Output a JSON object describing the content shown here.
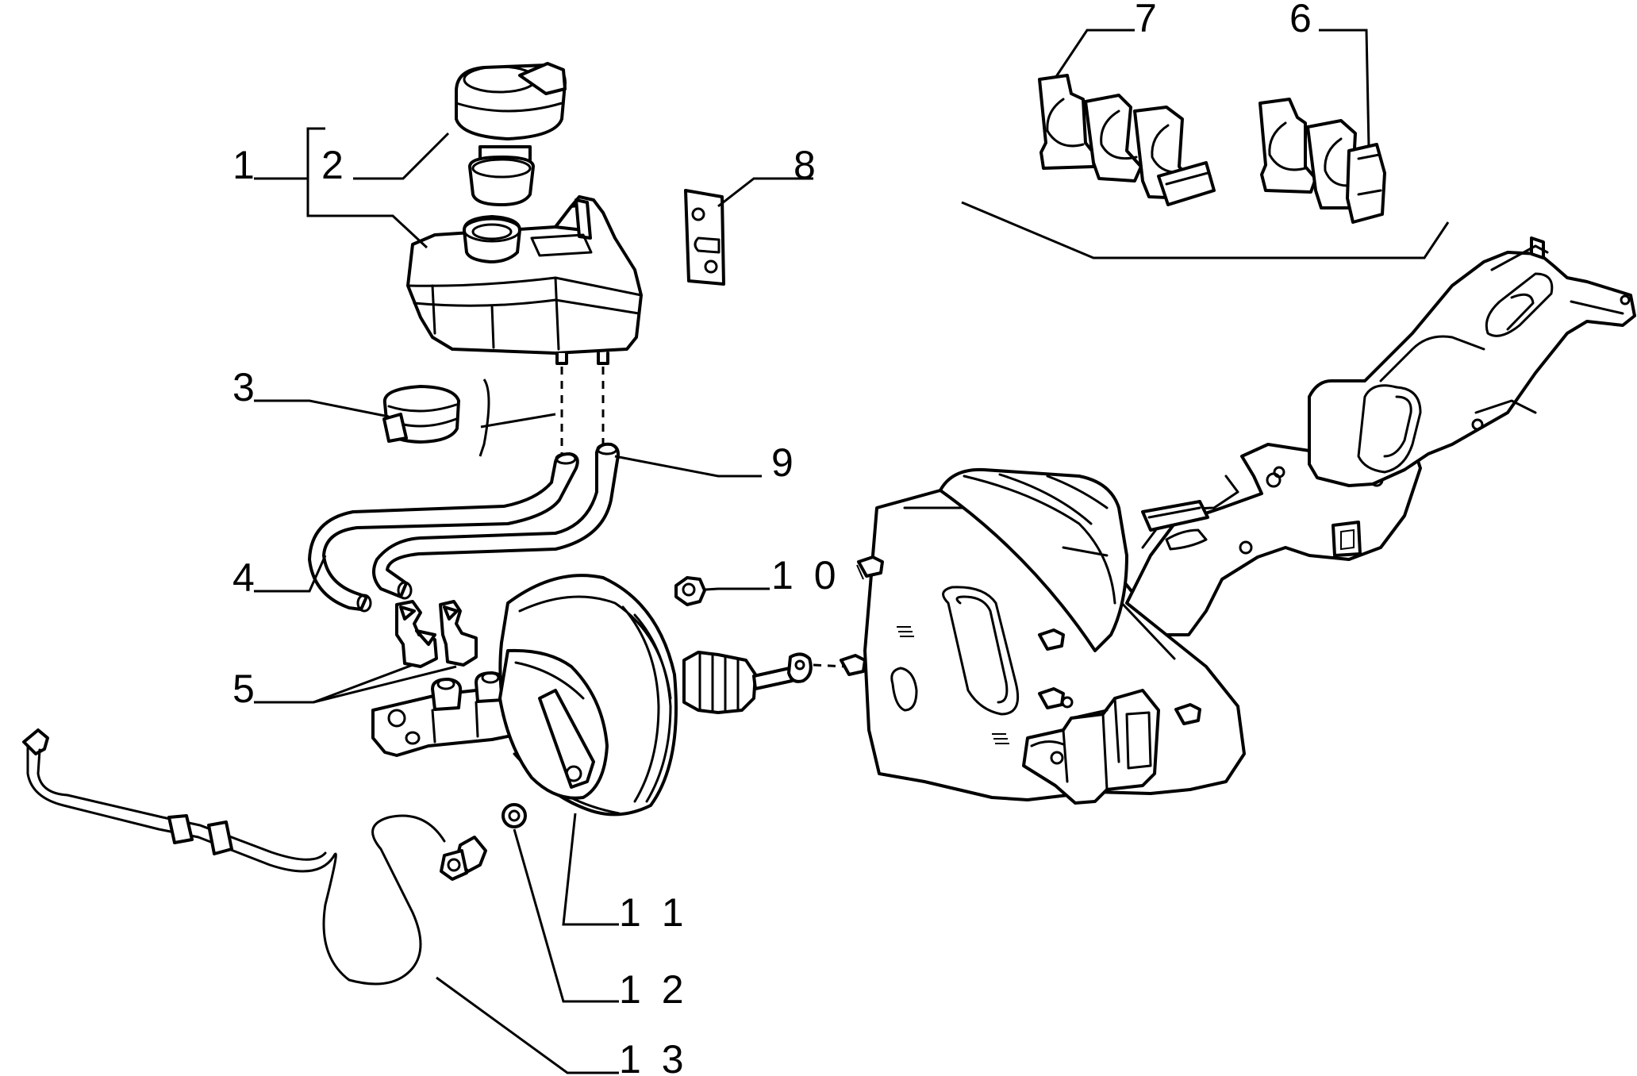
{
  "labels": {
    "p1": "1",
    "p2": "2",
    "p3": "3",
    "p4": "4",
    "p5": "5",
    "p6": "6",
    "p7": "7",
    "p8": "8",
    "p9": "9",
    "p10": "1 0",
    "p11": "1 1",
    "p12": "1 2",
    "p13": "1 3"
  },
  "colors": {
    "line": "#000000",
    "background": "#ffffff"
  }
}
